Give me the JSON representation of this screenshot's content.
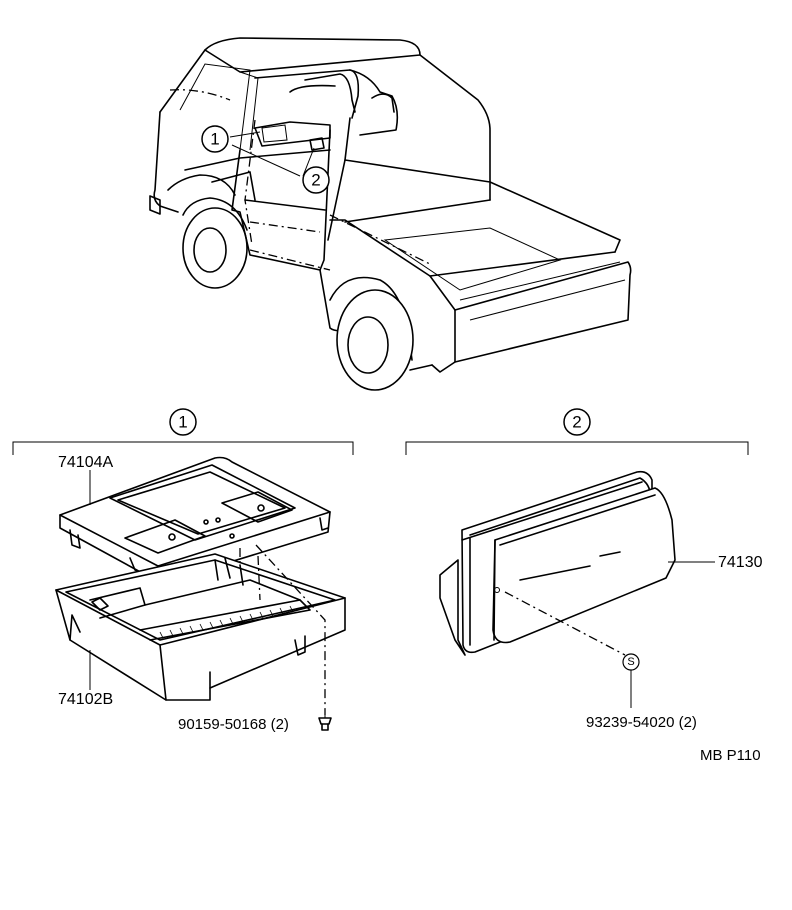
{
  "callouts": {
    "vehicle_marker_1": "1",
    "vehicle_marker_2": "2",
    "section_1_marker": "1",
    "section_2_marker": "2"
  },
  "parts": {
    "upper_tray": "74104A",
    "lower_tray": "74102B",
    "screw": "90159-50168 (2)",
    "ashtray": "74130",
    "screw_2": "93239-54020 (2)",
    "screw_2_symbol": "S"
  },
  "footer": {
    "code": "MB  P110"
  }
}
